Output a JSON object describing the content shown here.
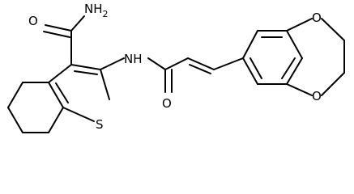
{
  "structure": {
    "labels": {
      "amide_nh2": {
        "main": "NH",
        "sub": "2"
      },
      "amide_o": "O",
      "amine_nh": "NH",
      "sulfur": "S",
      "enone_o": "O",
      "dioxole_o_top": "O",
      "dioxole_o_bottom": "O"
    },
    "colors": {
      "bond": "#000000",
      "label": "#000000",
      "background": "#ffffff"
    }
  }
}
